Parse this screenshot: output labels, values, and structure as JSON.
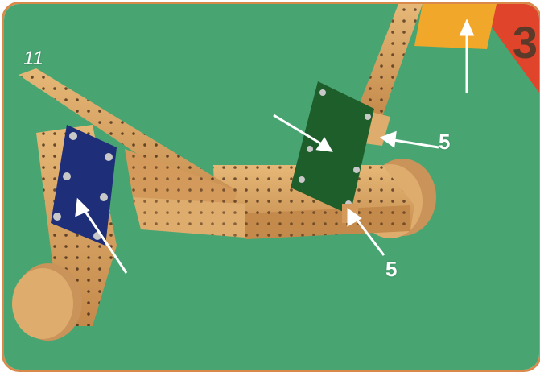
{
  "colors": {
    "background": "#48a572",
    "wood": "#d9a564",
    "wood_dark": "#b57a3e",
    "blue_plate": "#1e2e78",
    "green_plate": "#1e5e2a",
    "orange_plate": "#f0a72a",
    "corner": "#e0442b",
    "border": "#d98a4a"
  },
  "step_number": "3",
  "part_labels": {
    "handle_bar_count": "11",
    "connector_top": "5",
    "connector_bottom": "5"
  },
  "icons": [
    "arrow-icon",
    "screw-icon"
  ]
}
